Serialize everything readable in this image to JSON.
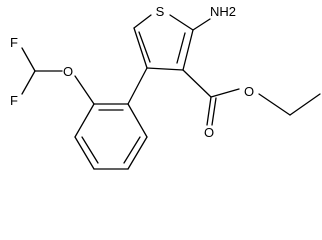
{
  "molecule": {
    "atoms": {
      "sulfur": "S",
      "amino": "NH2",
      "fluorine_top": "F",
      "fluorine_bottom": "F",
      "ether_oxygen": "O",
      "ester_ether_oxygen": "O",
      "carbonyl_oxygen": "O"
    }
  }
}
